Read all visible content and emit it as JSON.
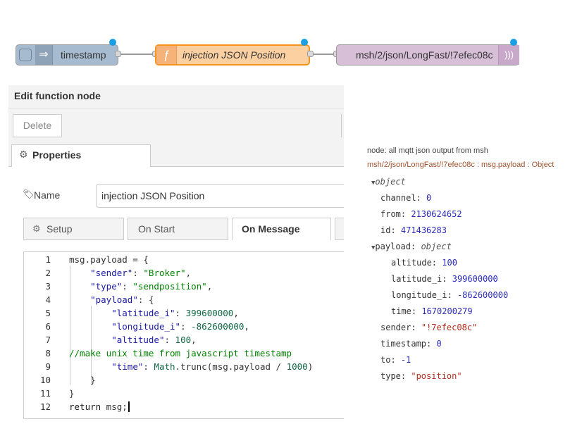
{
  "flow": {
    "inject_node": {
      "label": "timestamp"
    },
    "function_node": {
      "label": "injection JSON Position",
      "icon_glyph": "ƒ"
    },
    "mqtt_node": {
      "label": "msh/2/json/LongFast/!7efec08c"
    }
  },
  "dialog": {
    "title": "Edit function node",
    "delete_label": "Delete",
    "properties_tab": "Properties",
    "name_label": "Name",
    "name_value": "injection JSON Position",
    "subtabs": [
      "Setup",
      "On Start",
      "On Message"
    ],
    "active_subtab": "On Message",
    "line_numbers": [
      "1",
      "2",
      "3",
      "4",
      "5",
      "6",
      "7",
      "8",
      "9",
      "10",
      "11",
      "12"
    ]
  },
  "debug": {
    "node_info": "node: all mqtt json output from msh",
    "topic_info": "msh/2/json/LongFast/!7efec08c : msg.payload : Object",
    "root_type": "object",
    "fields": {
      "channel": {
        "key": "channel:",
        "value": "0"
      },
      "from": {
        "key": "from:",
        "value": "2130624652"
      },
      "id": {
        "key": "id:",
        "value": "471436283"
      },
      "payload": {
        "key": "payload:",
        "value": "object"
      },
      "altitude": {
        "key": "altitude:",
        "value": "100"
      },
      "latitude_i": {
        "key": "latitude_i:",
        "value": "399600000"
      },
      "longitude_i": {
        "key": "longitude_i:",
        "value": "-862600000"
      },
      "time": {
        "key": "time:",
        "value": "1670200279"
      },
      "sender": {
        "key": "sender:",
        "value": "\"!7efec08c\""
      },
      "timestamp": {
        "key": "timestamp:",
        "value": "0"
      },
      "to": {
        "key": "to:",
        "value": "-1"
      },
      "type": {
        "key": "type:",
        "value": "\"position\""
      }
    }
  },
  "colors": {
    "inject": "#a6bbcf",
    "function": "#fdd0a2",
    "mqtt": "#d8bfd8",
    "port_dot": "#1a9ee4"
  }
}
